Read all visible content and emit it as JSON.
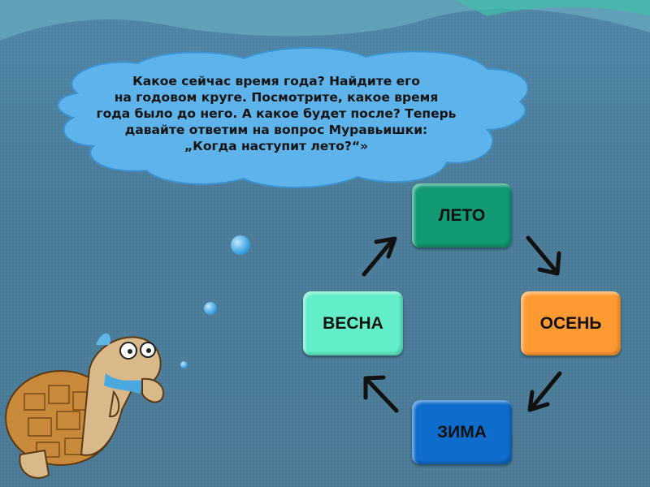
{
  "cloud": {
    "lines": [
      "Какое сейчас время года? Найдите его",
      "на годовом круге. Посмотрите, какое время",
      "года было до него. А какое будет после? Теперь",
      "давайте ответим на вопрос Муравьишки:",
      "„Когда наступит лето?“»"
    ]
  },
  "cycle": {
    "seasons": [
      {
        "label": "ЛЕТО",
        "color": "#129a74"
      },
      {
        "label": "ОСЕНЬ",
        "color": "#ff9a33"
      },
      {
        "label": "ЗИМА",
        "color": "#0e6ccc"
      },
      {
        "label": "ВЕСНА",
        "color": "#62eec8"
      }
    ]
  }
}
